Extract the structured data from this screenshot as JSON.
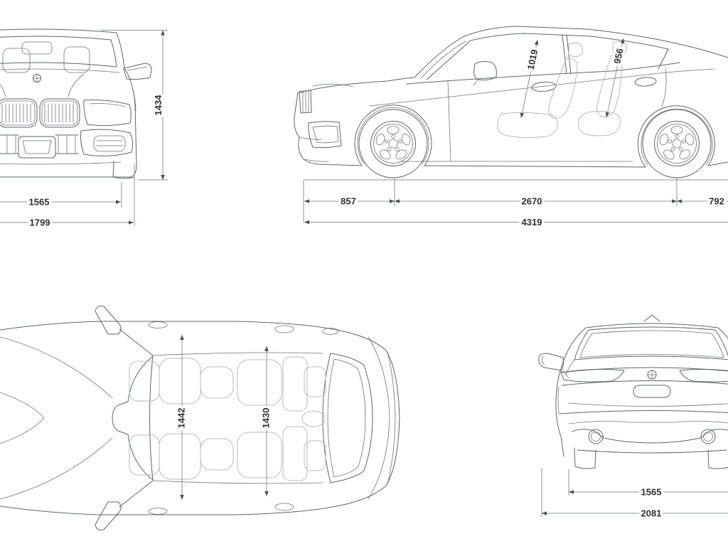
{
  "views": {
    "front": {
      "overall_height_mm": "1434",
      "track_width_mm": "1565",
      "overall_width_mm": "1799"
    },
    "side": {
      "front_headroom_mm": "1019",
      "rear_headroom_mm": "956",
      "front_overhang_mm": "857",
      "wheelbase_mm": "2670",
      "rear_overhang_mm": "792",
      "overall_length_mm": "4319"
    },
    "top": {
      "front_interior_width_mm": "1442",
      "rear_interior_width_mm": "1430"
    },
    "rear": {
      "rear_track_width_mm": "1565",
      "width_incl_mirrors_mm": "2081"
    }
  },
  "colors": {
    "background": "#ffffff",
    "car_line": "#5c646c",
    "dimension_line": "#8f959b",
    "label_text": "#2d3136",
    "seat_line": "#b4bac0"
  }
}
